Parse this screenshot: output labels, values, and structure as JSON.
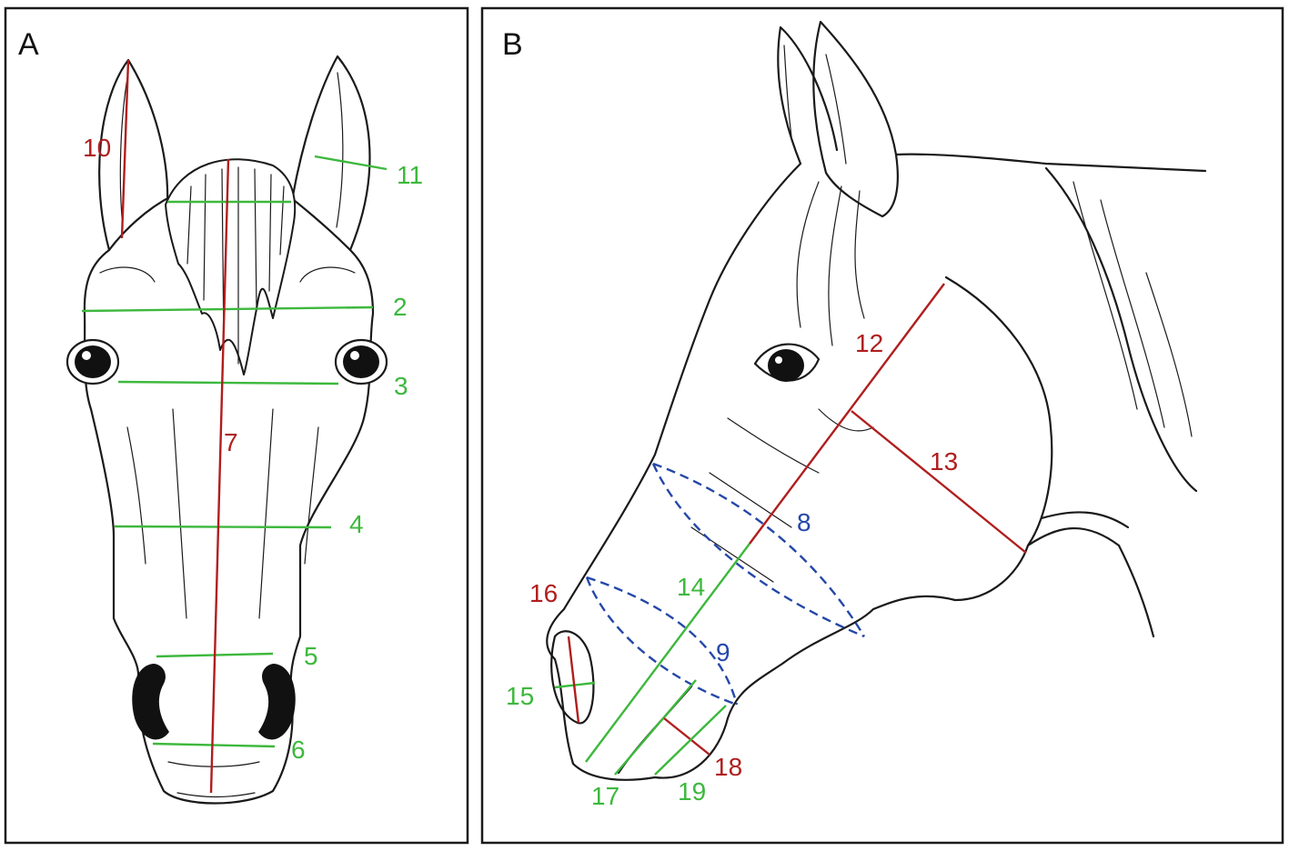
{
  "panels": [
    {
      "letter": "A"
    },
    {
      "letter": "B"
    }
  ],
  "colors": {
    "red": "#b01e1e",
    "green": "#3db83d",
    "blue": "#2447a8",
    "ink": "#1a1a1a"
  },
  "labels": {
    "m2": "2",
    "m3": "3",
    "m4": "4",
    "m5": "5",
    "m6": "6",
    "m7": "7",
    "m8": "8",
    "m9": "9",
    "m10": "10",
    "m11": "11",
    "m12": "12",
    "m13": "13",
    "m14": "14",
    "m15": "15",
    "m16": "16",
    "m17": "17",
    "m18": "18",
    "m19": "19"
  }
}
